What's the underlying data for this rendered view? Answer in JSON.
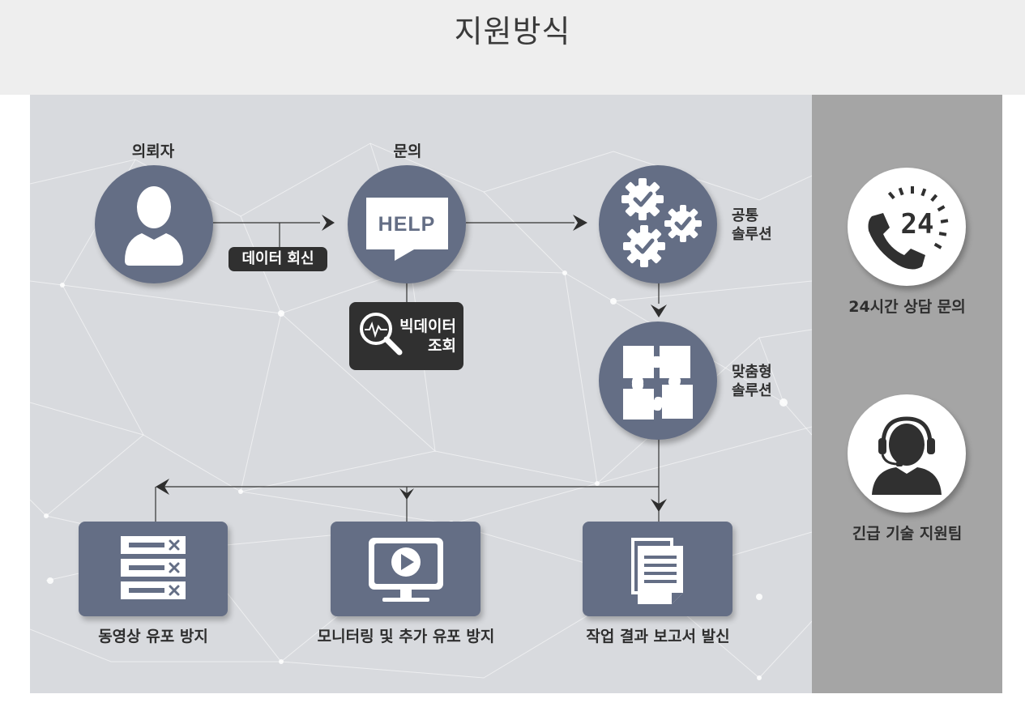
{
  "title": "지원방식",
  "flow": {
    "requester": "의뢰자",
    "inquiry": "문의",
    "help_text": "HELP",
    "data_reply": "데이터 회신",
    "bigdata_line1": "빅데이터",
    "bigdata_line2": "조회",
    "common_solution_line1": "공통",
    "common_solution_line2": "솔루션",
    "custom_solution_line1": "맞춤형",
    "custom_solution_line2": "솔루션"
  },
  "outcomes": {
    "block": "동영상 유포 방지",
    "monitor": "모니터링 및 추가 유포 방지",
    "report": "작업 결과 보고서 발신"
  },
  "side": {
    "hotline": "24시간 상담 문의",
    "clock_number": "24",
    "support_team": "긴급 기술 지원팀"
  },
  "colors": {
    "node": "#646e85",
    "dark_tag": "#303030",
    "main_bg": "#d8dade",
    "side_bg": "#a5a5a5"
  }
}
